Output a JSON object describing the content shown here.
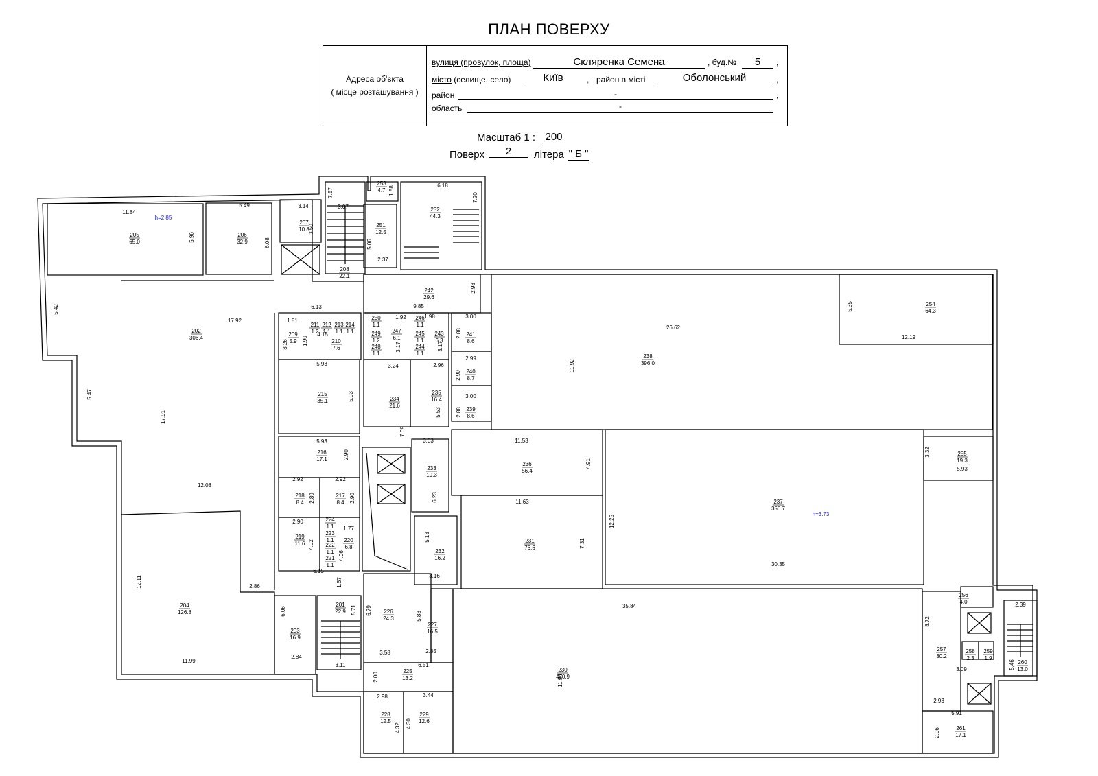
{
  "header": {
    "title": "ПЛАН ПОВЕРХУ",
    "address_label_1": "Адреса об'єкта",
    "address_label_2": "( місце розташування )",
    "street_label": "вулиця (провулок, площа)",
    "street_value": "Скляренка Семена",
    "building_label": ", буд.№",
    "building_value": "5",
    "city_label": "місто (селище, село)",
    "city_value": "Київ",
    "city_district_label": "район в місті",
    "city_district_value": "Оболонський",
    "district_label": "район",
    "district_value": "-",
    "region_label": "область",
    "region_value": "-",
    "scale_label": "Масштаб  1 :",
    "scale_value": "200",
    "floor_label": "Поверх",
    "floor_value": "2",
    "letter_label": "літера",
    "letter_value": "\" Б \""
  },
  "ceiling_heights": [
    "h=2.85",
    "h=3.73"
  ],
  "rooms": [
    {
      "no": "205",
      "area": "65.0"
    },
    {
      "no": "206",
      "area": "32.9"
    },
    {
      "no": "207",
      "area": "10.8"
    },
    {
      "no": "208",
      "area": "22.1"
    },
    {
      "no": "251",
      "area": "12.5"
    },
    {
      "no": "253",
      "area": "4.7"
    },
    {
      "no": "252",
      "area": "44.3"
    },
    {
      "no": "242",
      "area": "29.6"
    },
    {
      "no": "202",
      "area": "306.4"
    },
    {
      "no": "209",
      "area": "5.9"
    },
    {
      "no": "210",
      "area": "7.6"
    },
    {
      "no": "211",
      "area": "1.2"
    },
    {
      "no": "212",
      "area": "1.1"
    },
    {
      "no": "213",
      "area": "1.1"
    },
    {
      "no": "214",
      "area": "1.1"
    },
    {
      "no": "250",
      "area": "1.1"
    },
    {
      "no": "249",
      "area": "1.2"
    },
    {
      "no": "248",
      "area": "1.1"
    },
    {
      "no": "247",
      "area": "6.1"
    },
    {
      "no": "246",
      "area": "1.1"
    },
    {
      "no": "245",
      "area": "1.1"
    },
    {
      "no": "244",
      "area": "1.1"
    },
    {
      "no": "243",
      "area": "6.3"
    },
    {
      "no": "241",
      "area": "8.6"
    },
    {
      "no": "240",
      "area": "8.7"
    },
    {
      "no": "239",
      "area": "8.6"
    },
    {
      "no": "238",
      "area": "396.0"
    },
    {
      "no": "254",
      "area": "64.3"
    },
    {
      "no": "215",
      "area": "35.1"
    },
    {
      "no": "234",
      "area": "21.6"
    },
    {
      "no": "235",
      "area": "16.4"
    },
    {
      "no": "216",
      "area": "17.1"
    },
    {
      "no": "233",
      "area": "19.3"
    },
    {
      "no": "236",
      "area": "56.4"
    },
    {
      "no": "255",
      "area": "19.3"
    },
    {
      "no": "218",
      "area": "8.4"
    },
    {
      "no": "217",
      "area": "8.4"
    },
    {
      "no": "237",
      "area": "350.7"
    },
    {
      "no": "219",
      "area": "11.6"
    },
    {
      "no": "220",
      "area": "6.8"
    },
    {
      "no": "224",
      "area": "1.1"
    },
    {
      "no": "223",
      "area": "1.1"
    },
    {
      "no": "222",
      "area": "1.1"
    },
    {
      "no": "221",
      "area": "1.1"
    },
    {
      "no": "231",
      "area": "76.6"
    },
    {
      "no": "232",
      "area": "16.2"
    },
    {
      "no": "204",
      "area": "126.8"
    },
    {
      "no": "201",
      "area": "22.9"
    },
    {
      "no": "203",
      "area": "16.9"
    },
    {
      "no": "226",
      "area": "24.3"
    },
    {
      "no": "227",
      "area": "16.5"
    },
    {
      "no": "230",
      "area": "430.9"
    },
    {
      "no": "256",
      "area": "4.0"
    },
    {
      "no": "257",
      "area": "30.2"
    },
    {
      "no": "258",
      "area": "2.3"
    },
    {
      "no": "259",
      "area": "1.9"
    },
    {
      "no": "260",
      "area": "13.0"
    },
    {
      "no": "225",
      "area": "13.2"
    },
    {
      "no": "228",
      "area": "12.5"
    },
    {
      "no": "229",
      "area": "12.6"
    },
    {
      "no": "261",
      "area": "17.1"
    }
  ],
  "dims": [
    "11.84",
    "5.49",
    "3.14",
    "3.07",
    "7.57",
    "1.58",
    "6.18",
    "7.20",
    "5.96",
    "6.08",
    "3.50",
    "5.06",
    "2.37",
    "2.98",
    "5.42",
    "6.13",
    "9.85",
    "1.81",
    "1.92",
    "1.98",
    "3.00",
    "1.90",
    "4.15",
    "3.26",
    "3.17",
    "3.17",
    "2.88",
    "17.92",
    "26.62",
    "5.35",
    "12.19",
    "11.92",
    "5.93",
    "3.24",
    "2.96",
    "2.99",
    "2.90",
    "5.47",
    "5.93",
    "5.53",
    "3.00",
    "2.88",
    "17.91",
    "7.09",
    "5.93",
    "2.90",
    "3.03",
    "11.53",
    "4.91",
    "3.32",
    "5.93",
    "2.92",
    "2.92",
    "2.89",
    "2.90",
    "6.23",
    "11.63",
    "12.25",
    "12.08",
    "2.90",
    "1.77",
    "4.02",
    "4.06",
    "5.13",
    "7.31",
    "6.15",
    "1.67",
    "3.16",
    "30.35",
    "12.11",
    "2.86",
    "6.06",
    "5.71",
    "6.79",
    "5.88",
    "35.84",
    "8.72",
    "2.39",
    "11.99",
    "2.84",
    "3.11",
    "3.58",
    "2.85",
    "11.94",
    "5.46",
    "3.09",
    "2.00",
    "6.51",
    "2.93",
    "2.98",
    "3.44",
    "4.32",
    "4.30",
    "5.91",
    "2.96"
  ]
}
